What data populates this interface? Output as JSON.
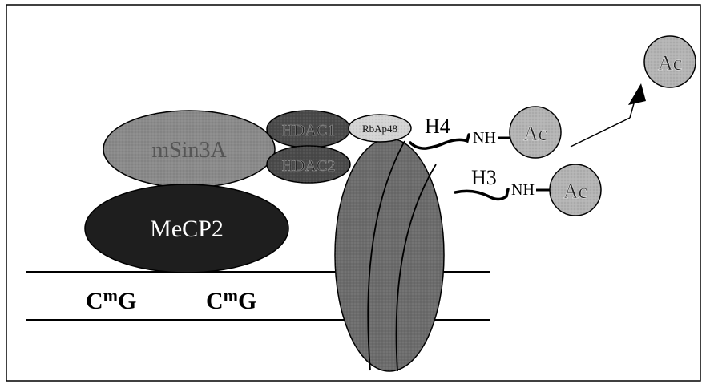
{
  "labels": {
    "msin3a": "mSin3A",
    "mecp2": "MeCP2",
    "hdac1": "HDAC1",
    "hdac2": "HDAC2",
    "rbap48": "RbAp48",
    "h4": "H4",
    "h3": "H3",
    "nh_h4": "NH",
    "nh_h3": "NH",
    "ac_h4": "Ac",
    "ac_h3": "Ac",
    "ac_released": "Ac",
    "cmg_left_c": "C",
    "cmg_left_m": "m",
    "cmg_left_g": "G",
    "cmg_right_c": "C",
    "cmg_right_m": "m",
    "cmg_right_g": "G"
  },
  "colors": {
    "msin3a": "#8a8a8a",
    "mecp2": "#1e1e1e",
    "hdac": "#4a4a4a",
    "rbap48": "#d4d4d4",
    "nucleosome": "#6c6c6c",
    "acetyl": "#b4b4b4",
    "line": "#000000"
  }
}
